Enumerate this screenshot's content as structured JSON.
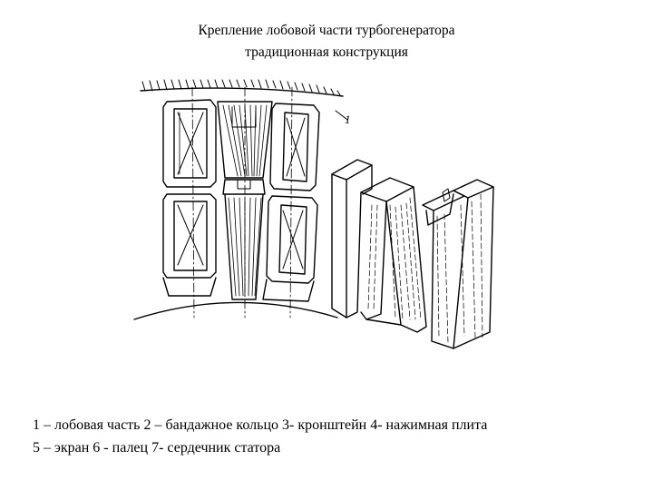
{
  "title": {
    "line1": "Крепление лобовой части турбогенератора",
    "line2": "традиционная конструкция"
  },
  "callout": "1",
  "legend": {
    "line1": "1 – лобовая часть 2 – бандажное кольцо 3- кронштейн 4- нажимная плита",
    "line2": "5 – экран 6 - палец 7- сердечник статора"
  }
}
